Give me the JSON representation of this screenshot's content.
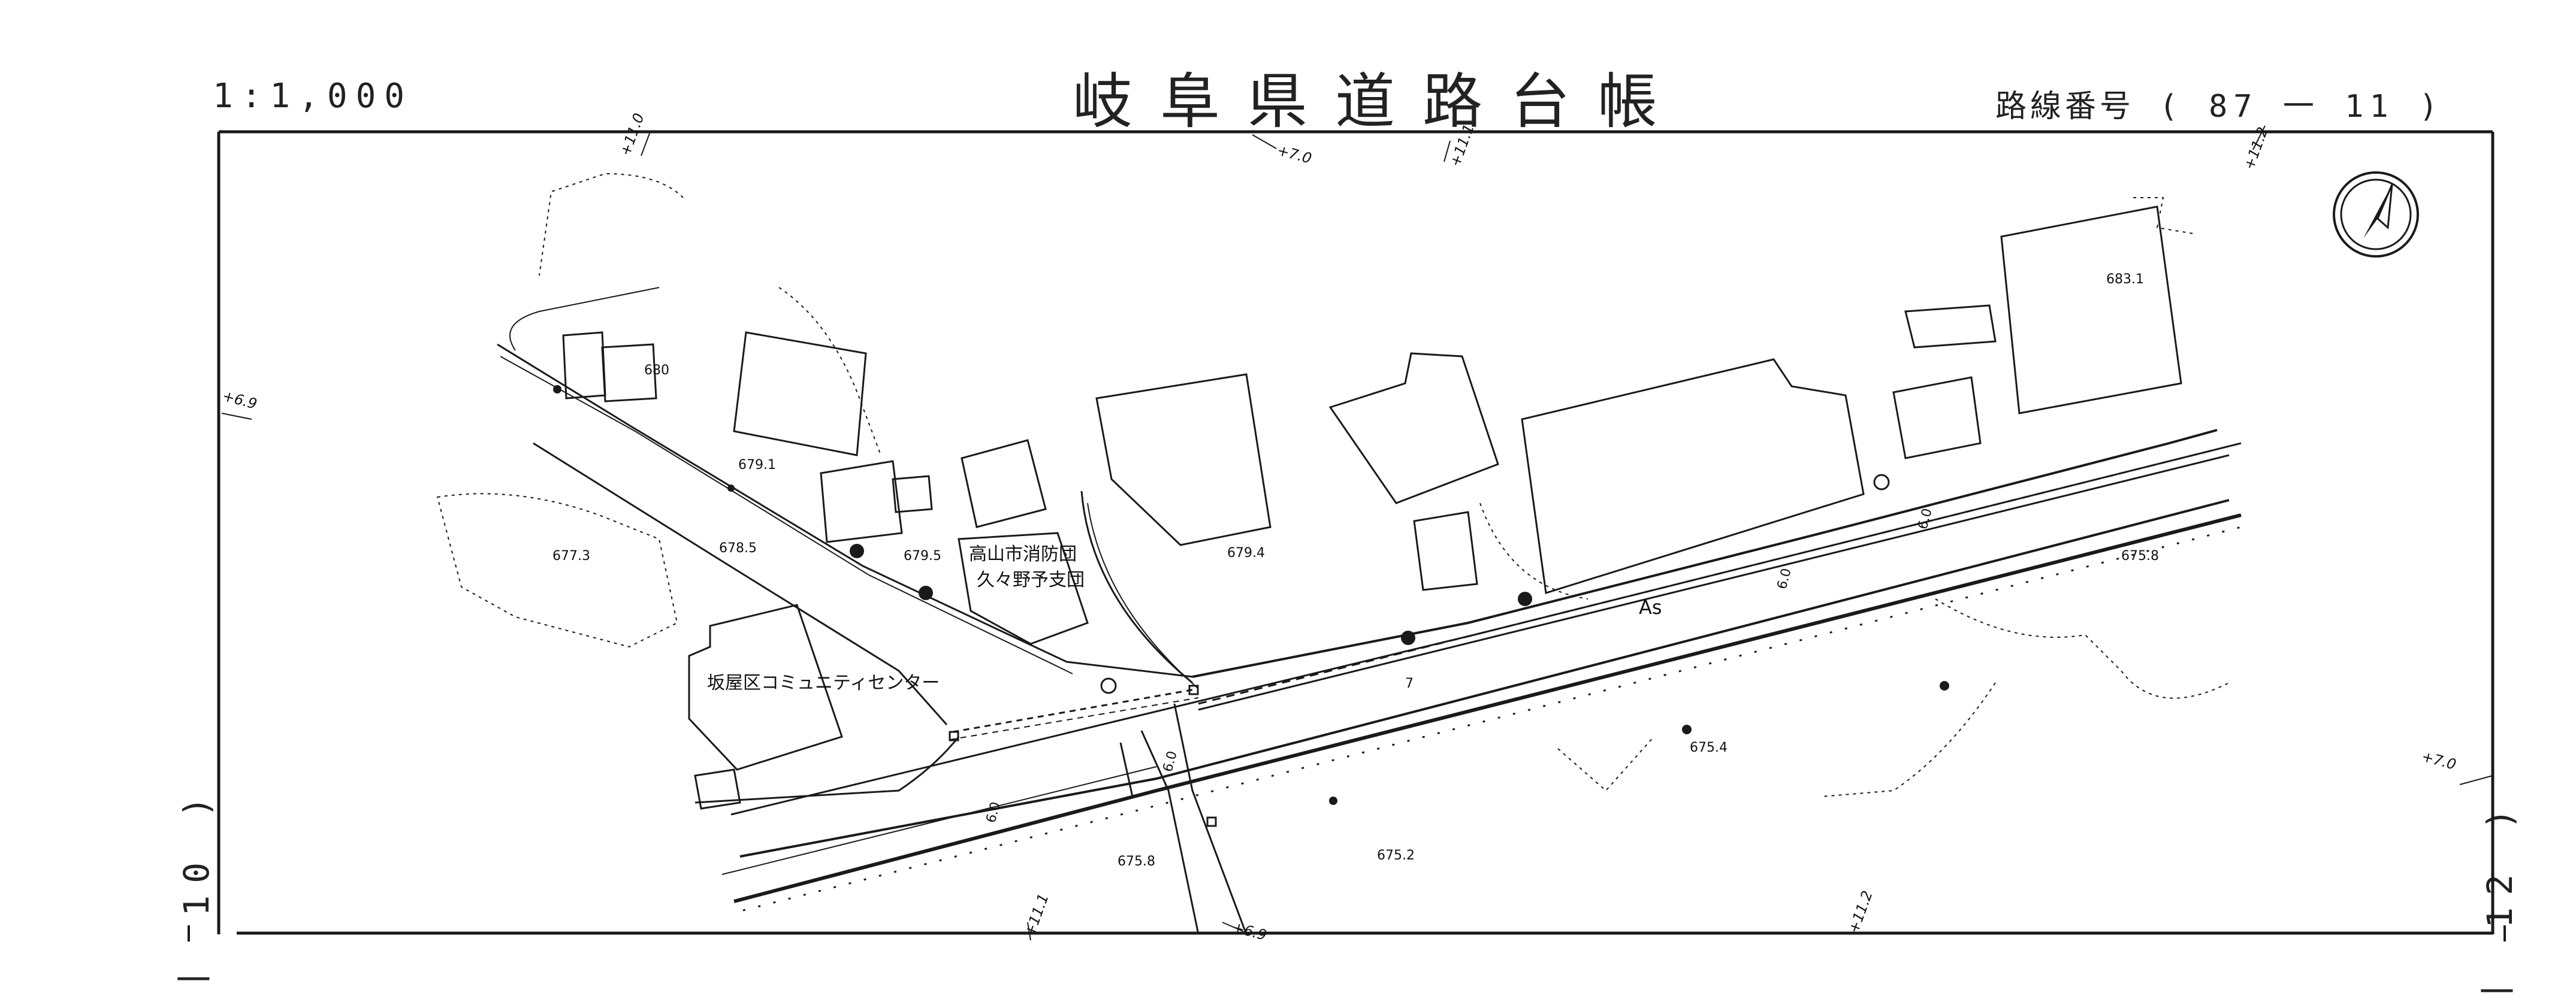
{
  "header": {
    "scale": "1:1,000",
    "title": "岐阜県道路台帳",
    "route_label": "路線番号",
    "route_number": "( 87 一 11 )"
  },
  "sheet": {
    "left_adjacent": "一 10 )",
    "right_adjacent": "一 12 )"
  },
  "map": {
    "compass_icon": "north-arrow-icon",
    "facilities": [
      {
        "name": "坂屋区コミュニティセンター"
      },
      {
        "name": "高山市消防団"
      },
      {
        "name": "久々野予支団"
      }
    ],
    "road_surface": "As",
    "elevations": [
      "680",
      "679.1",
      "678.5",
      "679.5",
      "677.3",
      "679.4",
      "683.1",
      "675.8",
      "675.4",
      "675.2",
      "675.8"
    ],
    "stations": [
      "+11.0",
      "+7.0",
      "+11.1",
      "+11.2",
      "+6.9",
      "+7.0",
      "+11.1",
      "+6.9",
      "+11.2"
    ],
    "widths": [
      "7",
      "6.0",
      "6.0",
      "6.0",
      "6.0"
    ],
    "stroke_color": "#1a1a1a"
  }
}
